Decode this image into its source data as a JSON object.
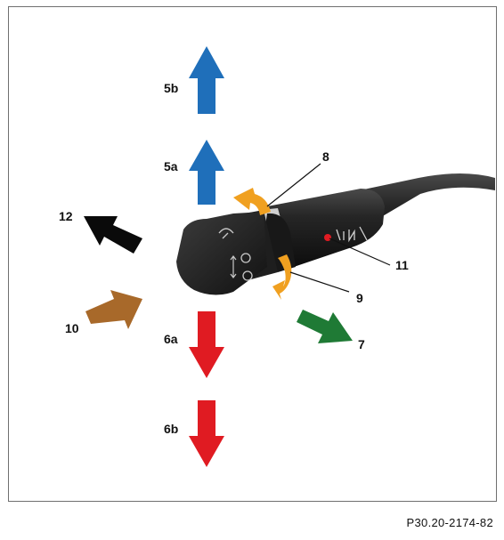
{
  "figure": {
    "labels": {
      "l5b": "5b",
      "l5a": "5a",
      "l6a": "6a",
      "l6b": "6b",
      "l7": "7",
      "l8": "8",
      "l9": "9",
      "l10": "10",
      "l11": "11",
      "l12": "12"
    },
    "colors": {
      "blue": "#1f6fba",
      "red": "#e01b22",
      "green": "#1f7a35",
      "brown": "#a8692a",
      "black": "#0a0a0a",
      "orange": "#f0a020",
      "lever": "#1c1c1c"
    },
    "reference_code": "P30.20-2174-82"
  }
}
